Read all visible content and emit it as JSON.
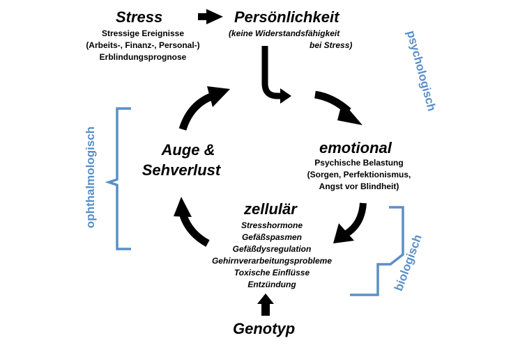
{
  "stress": {
    "title": "Stress",
    "lines": [
      "Stressige Ereignisse",
      "(Arbeits-, Finanz-, Personal-)",
      "Erblindungsprognose"
    ]
  },
  "persoenlichkeit": {
    "title": "Persönlichkeit",
    "line1": "(keine Widerstandsfähigkeit",
    "line2": "bei Stress)"
  },
  "emotional": {
    "title": "emotional",
    "lines": [
      "Psychische Belastung",
      "(Sorgen, Perfektionismus,",
      "Angst vor Blindheit)"
    ]
  },
  "zellulaer": {
    "title": "zellulär",
    "lines": [
      "Stresshormone",
      "Gefäßspasmen",
      "Gefäßdysregulation",
      "Gehirnverarbeitungsprobleme",
      "Toxische Einflüsse",
      "Entzündung"
    ]
  },
  "auge": {
    "line1": "Auge &",
    "line2": "Sehverlust"
  },
  "genotyp": {
    "title": "Genotyp"
  },
  "side_labels": {
    "psychologisch": "psychologisch",
    "ophthalmologisch": "ophthalmologisch",
    "biologisch": "biologisch"
  },
  "colors": {
    "accent": "#5a8fc7",
    "text": "#000000"
  }
}
